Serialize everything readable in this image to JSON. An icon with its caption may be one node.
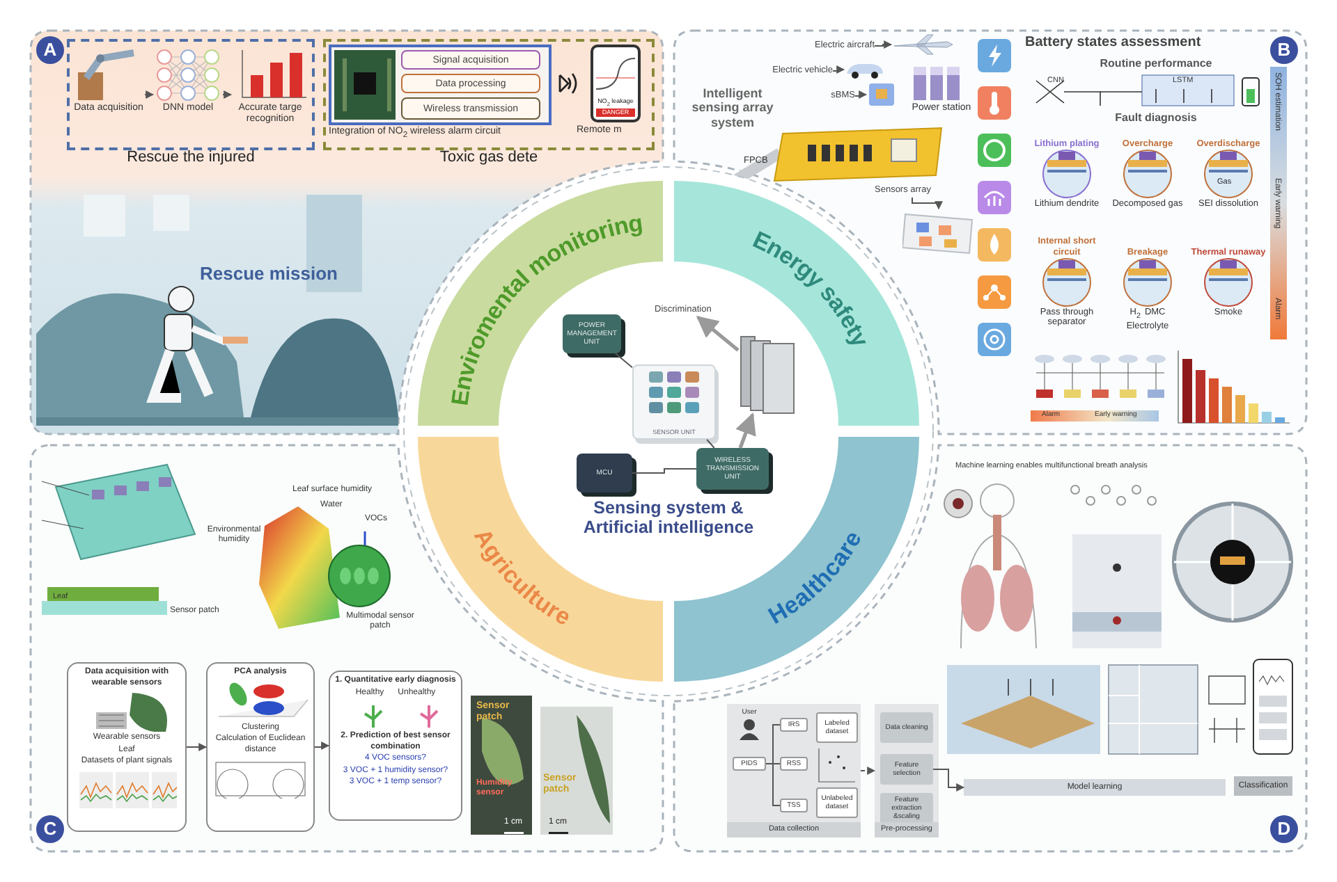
{
  "diagram": {
    "nodes": [
      {
        "text": [
          "Rescue the injured"
        ]
      },
      {
        "text": [
          "Data acquisition"
        ],
        "in": 0
      },
      {
        "text": [
          "DNN model"
        ],
        "in": 0
      },
      {
        "text": [
          "Accurate targe recognition"
        ],
        "in": 0
      },
      {
        "text": [
          "Toxic gas dete"
        ]
      },
      {
        "text": [
          "Integration of NO$_{2}$ wireless alarm circuit"
        ],
        "in": 4
      },
      {
        "text": [
          "Signal acquisition"
        ],
        "in": 5
      },
      {
        "text": [
          "Data processing"
        ],
        "in": 5
      },
      {
        "text": [
          "Wireless transmission"
        ],
        "in": 5
      },
      {
        "text": [
          "NO$_{2}$ leakage",
          "DANGER"
        ],
        "beside": [
          "Remote m"
        ],
        "in": 4
      },
      {
        "text": [
          "Electric aircraft"
        ]
      },
      {
        "text": [],
        "shape": "picture"
      },
      {
        "text": [
          "Electric vehicle"
        ]
      },
      {
        "text": [],
        "shape": "picture"
      },
      {
        "text": [
          "sBMS"
        ]
      },
      {
        "text": [],
        "shape": "picture"
      },
      {
        "text": [
          "Sensors array"
        ]
      },
      {
        "text": [],
        "shape": "picture"
      },
      {
        "text": [],
        "shape": "picture",
        "beside": [
          "Power station"
        ]
      },
      {
        "text": [
          "Lithium plating"
        ],
        "beside": [
          "Lithium dendrite"
        ]
      },
      {
        "text": [
          "Overcharge"
        ],
        "beside": [
          "Decomposed gas"
        ]
      },
      {
        "text": [
          "Overdischarge",
          "Gas"
        ],
        "beside": [
          "SEI dissolution"
        ]
      },
      {
        "text": [
          "Internal short circuit"
        ],
        "beside": [
          "Pass through separator"
        ]
      },
      {
        "text": [
          "Breakage"
        ],
        "beside": [
          "H$_{2}$",
          "DMC",
          "Electrolyte"
        ]
      },
      {
        "text": [
          "Thermal runaway"
        ],
        "beside": [
          "Smoke"
        ]
      },
      {
        "text": [
          "Data acquisition with wearable sensors",
          "Wearable sensors",
          "Leaf",
          "Datasets of plant signals"
        ]
      },
      {
        "text": [
          "PCA analysis",
          "Clustering",
          "Calculation of Euclidean distance"
        ]
      },
      {
        "text": [
          "1. Quantitative early diagnosis",
          "Healthy",
          "Unhealthy",
          "2. Prediction of best sensor combination",
          "4 VOC sensors?",
          "3 VOC + 1 humidity sensor?",
          "3 VOC + 1 temp sensor?"
        ]
      },
      {
        "text": [
          "Data collection"
        ]
      },
      {
        "text": [
          "User"
        ],
        "in": 28
      },
      {
        "text": [
          "PIDS"
        ],
        "in": 28
      },
      {
        "text": [
          "IRS"
        ],
        "in": 28
      },
      {
        "text": [
          "RSS"
        ],
        "in": 28
      },
      {
        "text": [
          "TSS"
        ],
        "in": 28
      },
      {
        "text": [
          "Labeled dataset"
        ],
        "in": 28
      },
      {
        "text": [
          "Unlabeled dataset"
        ],
        "in": 28
      },
      {
        "text": [
          "Pre-processing"
        ]
      },
      {
        "text": [
          "Data cleaning"
        ],
        "in": 36
      },
      {
        "text": [
          "Feature selection"
        ],
        "in": 36
      },
      {
        "text": [
          "Feature extraction &scaling"
        ],
        "in": 36
      },
      {
        "text": [
          "Model learning"
        ]
      },
      {
        "text": [
          "Classification"
        ]
      },
      {
        "text": [
          "Enviromental monitoring"
        ]
      },
      {
        "text": [
          "Energy safety"
        ]
      },
      {
        "text": [
          "Agriculture"
        ]
      },
      {
        "text": [
          "Healthcare"
        ]
      },
      {
        "text": [
          "Sensing system & Artificial intelligence"
        ]
      },
      {
        "text": [
          "POWER MANAGEMENT UNIT"
        ]
      },
      {
        "text": [
          "SENSOR UNIT"
        ]
      },
      {
        "text": [
          "MCU"
        ]
      },
      {
        "text": [
          "WIRELESS TRANSMISSION UNIT"
        ]
      },
      {
        "text": [],
        "shape": "box"
      },
      {
        "text": [
          "Discrimination"
        ]
      }
    ],
    "edges": [
      {
        "from": 1,
        "to": 2,
        "arrow": "to"
      },
      {
        "from": 2,
        "to": 3,
        "arrow": "to"
      },
      {
        "from": 10,
        "to": 11,
        "arrow": "to"
      },
      {
        "from": 12,
        "to": 13,
        "arrow": "to"
      },
      {
        "from": 14,
        "to": 15,
        "arrow": "to"
      },
      {
        "from": 16,
        "to": 17,
        "arrow": "to"
      },
      {
        "from": 25,
        "to": 26,
        "arrow": "to"
      },
      {
        "from": 26,
        "to": 27,
        "arrow": "to"
      },
      {
        "from": 30,
        "to": 31,
        "arrow": "none"
      },
      {
        "from": 30,
        "to": 32,
        "arrow": "none"
      },
      {
        "from": 30,
        "to": 33,
        "arrow": "none"
      },
      {
        "from": 28,
        "to": 36,
        "arrow": "to",
        "style": "dashed"
      },
      {
        "from": 38,
        "to": 40,
        "arrow": "to"
      },
      {
        "from": 47,
        "to": 48,
        "arrow": "none"
      },
      {
        "from": 48,
        "to": 50,
        "arrow": "none"
      },
      {
        "from": 49,
        "to": 50,
        "arrow": "none"
      },
      {
        "from": 50,
        "to": 51,
        "arrow": "to",
        "style": "thick",
        "color": "#9a9a9a"
      },
      {
        "from": 51,
        "to": 52,
        "arrow": "to",
        "style": "thick",
        "color": "#9a9a9a"
      }
    ],
    "labels": [
      "A",
      "Rescue mission",
      "B",
      "Intelligent sensing array system",
      "FPCB",
      "Battery states assessment",
      "Routine performance",
      "CNN",
      "LSTM",
      "Fault diagnosis",
      "SOH estimation",
      "Early warning",
      "Alarm",
      "Alarm",
      "Early warning",
      "C",
      "Leaf surface humidity",
      "Water",
      "VOCs",
      "Environmental humidity",
      "Multimodal sensor patch",
      "Leaf",
      "Sensor patch",
      "Sensor patch",
      "Humidity sensor",
      "1 cm",
      "Sensor patch",
      "1 cm",
      "D",
      "Machine learning enables multifunctional breath analysis"
    ]
  }
}
